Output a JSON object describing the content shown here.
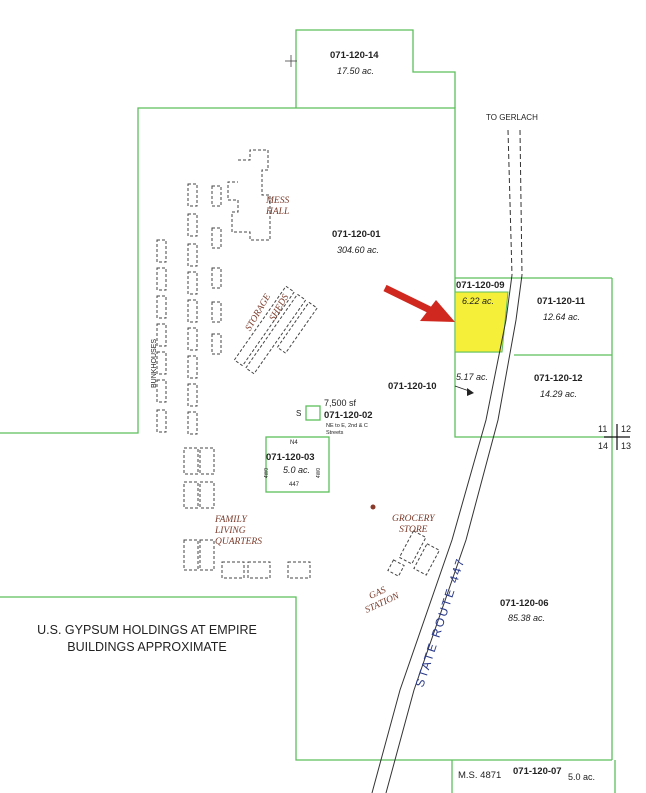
{
  "parcels": [
    {
      "id": "071-120-14",
      "acres": "17.50 ac."
    },
    {
      "id": "071-120-01",
      "acres": "304.60 ac."
    },
    {
      "id": "071-120-09",
      "acres": "6.22 ac."
    },
    {
      "id": "071-120-11",
      "acres": "12.64 ac."
    },
    {
      "id": "071-120-10",
      "acres": "5.17 ac."
    },
    {
      "id": "071-120-12",
      "acres": "14.29 ac."
    },
    {
      "id": "071-120-02",
      "acres": "7,500 sf"
    },
    {
      "id": "071-120-03",
      "acres": "5.0 ac."
    },
    {
      "id": "071-120-06",
      "acres": "85.38 ac."
    },
    {
      "id": "071-120-07",
      "acres": "5.0 ac."
    }
  ],
  "buildings": {
    "mess_hall": [
      "MESS",
      "HALL"
    ],
    "storage_sheds": [
      "STORAGE",
      "SHEDS"
    ],
    "bunkhouses": "BUNKHOUSES",
    "family_quarters": [
      "FAMILY",
      "LIVING",
      "QUARTERS"
    ],
    "grocery": [
      "GROCERY",
      "STORE"
    ],
    "gas": [
      "GAS",
      "STATION"
    ]
  },
  "road": {
    "name": "STATE ROUTE 447",
    "to": "TO GERLACH"
  },
  "small_notes": {
    "streets": "NE to E, 2nd & C Streets",
    "s_note": "S",
    "ms": "M.S. 4871",
    "box_top": "N4",
    "box_bottom": "447",
    "box_left": "4W0",
    "box_right": "4W0"
  },
  "section_corners": [
    "11",
    "12",
    "14",
    "13"
  ],
  "title_lines": [
    "U.S. GYPSUM HOLDINGS AT EMPIRE",
    "BUILDINGS APPROXIMATE"
  ],
  "colors": {
    "boundary": "#5cbf5c",
    "highlight": "#f5ef3a",
    "arrow": "#d0281e",
    "building_label": "#7a3a2a"
  }
}
